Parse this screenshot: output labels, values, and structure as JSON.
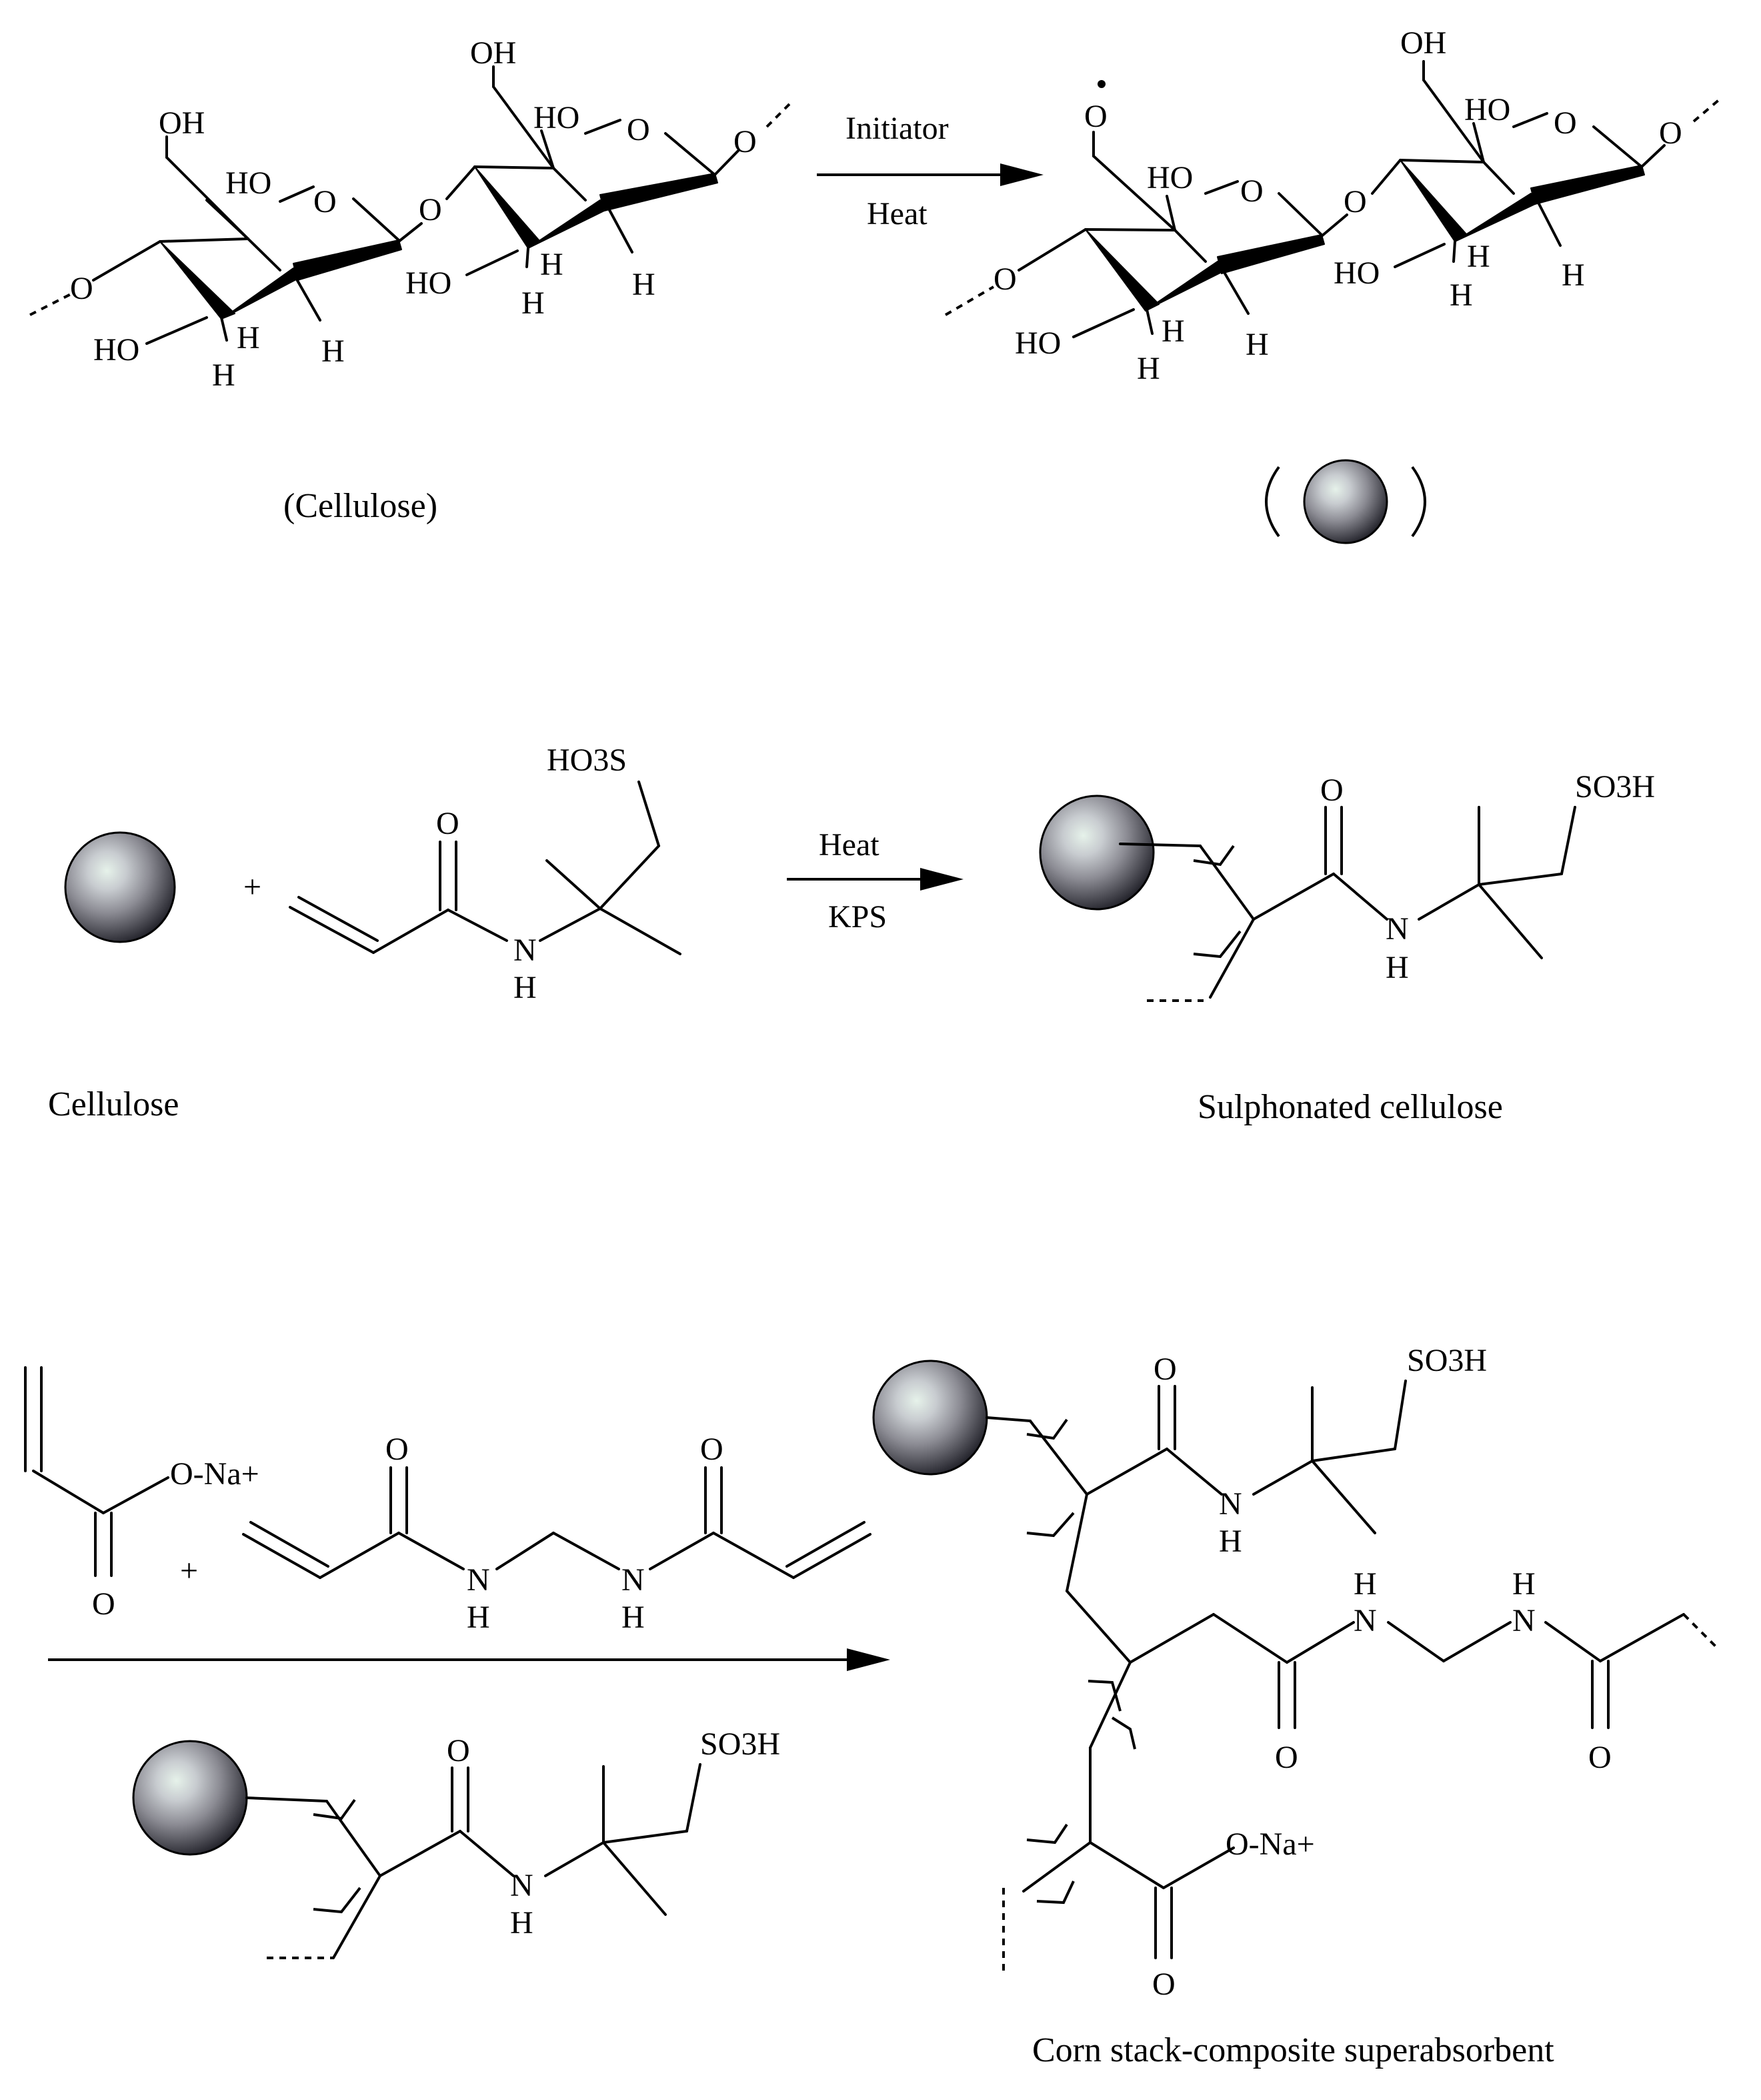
{
  "colors": {
    "sphere_light": "#e6f2ea",
    "sphere_mid": "#8c8c94",
    "sphere_dark": "#1e1e26",
    "ink": "#000000"
  },
  "row1": {
    "cellulose_caption": "(Cellulose)",
    "arrow_top": "Initiator",
    "arrow_bottom": "Heat",
    "labels": {
      "OH": "OH",
      "HO": "HO",
      "O": "O",
      "H": "H",
      "O_dot": "O"
    }
  },
  "row2": {
    "plus": "+",
    "reagent_group": "HO3S",
    "arrow_top": "Heat",
    "arrow_bottom": "KPS",
    "product_group": "SO3H",
    "cellulose_caption": "Cellulose",
    "product_caption": "Sulphonated cellulose",
    "labels": {
      "O": "O",
      "N": "N",
      "H": "H"
    }
  },
  "row3": {
    "acrylate_salt": "O-Na+",
    "plus": "+",
    "sulfonic_group": "SO3H",
    "product_caption": "Corn stack-composite superabsorbent",
    "labels": {
      "O": "O",
      "N": "N",
      "H": "H"
    }
  }
}
